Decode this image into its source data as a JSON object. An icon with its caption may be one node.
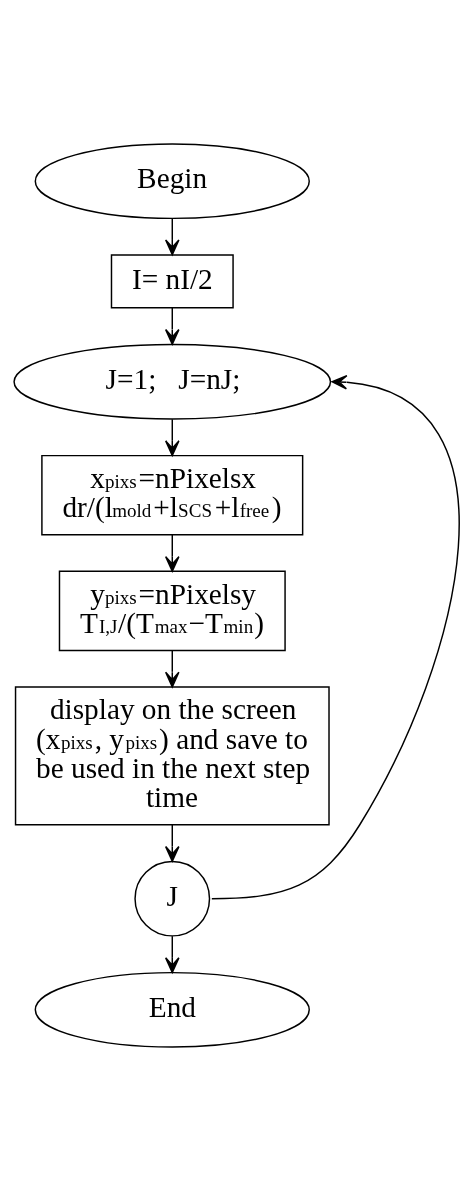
{
  "diagram": {
    "nodes": [
      {
        "text": [
          "Begin"
        ]
      },
      {
        "text": [
          "I= nI/2"
        ]
      },
      {
        "text": [
          "J=1;   J=nJ;"
        ]
      },
      {
        "text": [
          "x$_{pixs}$=nPixelsx dr/(l$_{mold}$+l$_{SCS}$+l$_{free}$)"
        ]
      },
      {
        "text": [
          "y$_{pixs}$=nPixelsy T$_{I,J}$/(T$_{max}$−T$_{min}$)"
        ]
      },
      {
        "text": [
          "display on the screen (x$_{pixs}$, y$_{pixs}$) and save to be used in the next step time"
        ]
      },
      {
        "text": [
          "J"
        ]
      },
      {
        "text": [
          "End"
        ]
      }
    ],
    "edges": [
      {
        "from": 0,
        "to": 1,
        "arrow": "to"
      },
      {
        "from": 1,
        "to": 2,
        "arrow": "to"
      },
      {
        "from": 2,
        "to": 3,
        "arrow": "to"
      },
      {
        "from": 3,
        "to": 4,
        "arrow": "to"
      },
      {
        "from": 4,
        "to": 5,
        "arrow": "to"
      },
      {
        "from": 5,
        "to": 6,
        "arrow": "to"
      },
      {
        "from": 6,
        "to": 7,
        "arrow": "to"
      },
      {
        "from": 6,
        "to": 2,
        "arrow": "to"
      }
    ]
  }
}
